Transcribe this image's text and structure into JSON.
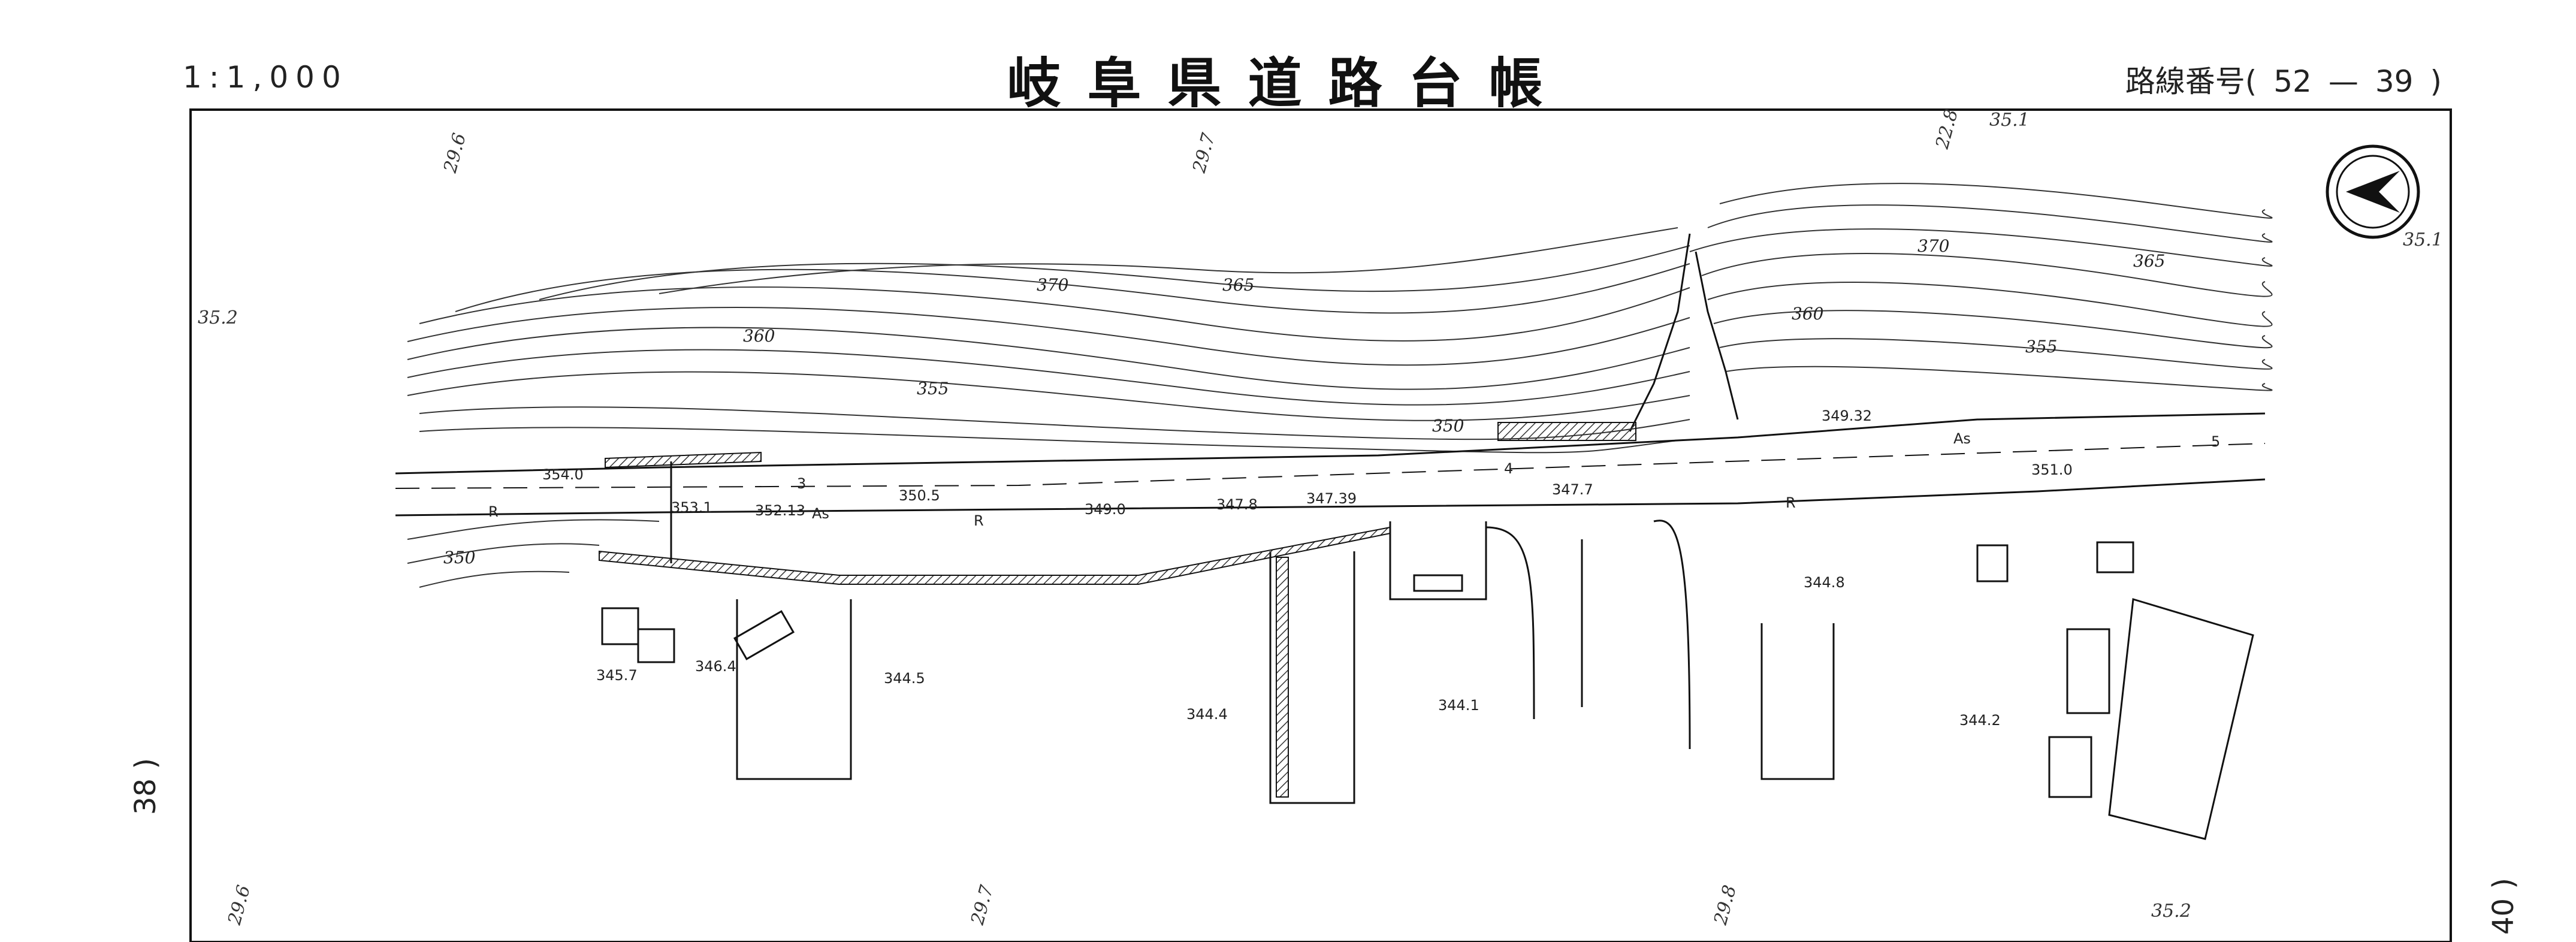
{
  "header": {
    "scale": "1:1,000",
    "title": "岐阜県道路台帳",
    "route_label": "路線番号(",
    "route_a": "52",
    "route_dash": "—",
    "route_b": "39",
    "route_close": ")"
  },
  "sheet_refs": {
    "left": "38 )",
    "right": "40 )"
  },
  "contour_labels": [
    "370",
    "365",
    "360",
    "355",
    "350",
    "370",
    "365",
    "360",
    "355",
    "350"
  ],
  "station_labels": [
    "3",
    "4",
    "5"
  ],
  "elevations": [
    "354.0",
    "353.1",
    "352.13",
    "350.5",
    "349.0",
    "347.8",
    "347.39",
    "347.7",
    "349.32",
    "351.0",
    "344.8",
    "345.7",
    "346.4",
    "344.5",
    "344.4",
    "344.1",
    "344.2"
  ],
  "surface_labels": [
    "As",
    "As"
  ],
  "road_marks": [
    "R",
    "R",
    "R"
  ],
  "edge_labels": [
    "29.6",
    "29.7",
    "22.8",
    "35.1",
    "35.1",
    "35.2",
    "29.6",
    "29.7",
    "29.8",
    "35.2"
  ],
  "colors": {
    "ink": "#111111",
    "paper": "#ffffff",
    "hatch": "#333333"
  },
  "icons": [
    "north-arrow-icon"
  ]
}
